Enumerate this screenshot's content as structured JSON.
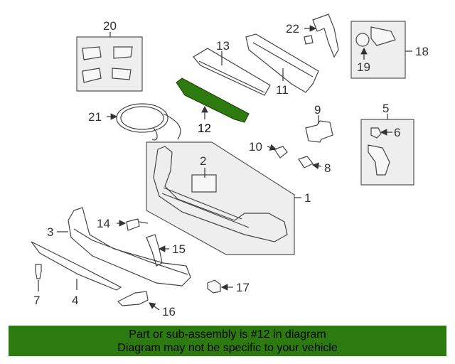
{
  "callouts": {
    "c1": "1",
    "c2": "2",
    "c3": "3",
    "c4": "4",
    "c5": "5",
    "c6": "6",
    "c7": "7",
    "c8": "8",
    "c9": "9",
    "c10": "10",
    "c11": "11",
    "c12": "12",
    "c13": "13",
    "c14": "14",
    "c15": "15",
    "c16": "16",
    "c17": "17",
    "c18": "18",
    "c19": "19",
    "c20": "20",
    "c21": "21",
    "c22": "22"
  },
  "highlight_color": "#2d7a10",
  "footer": {
    "line1": "Part or sub-assembly is #12 in diagram",
    "line2": "Diagram may not be specific to your vehicle"
  }
}
